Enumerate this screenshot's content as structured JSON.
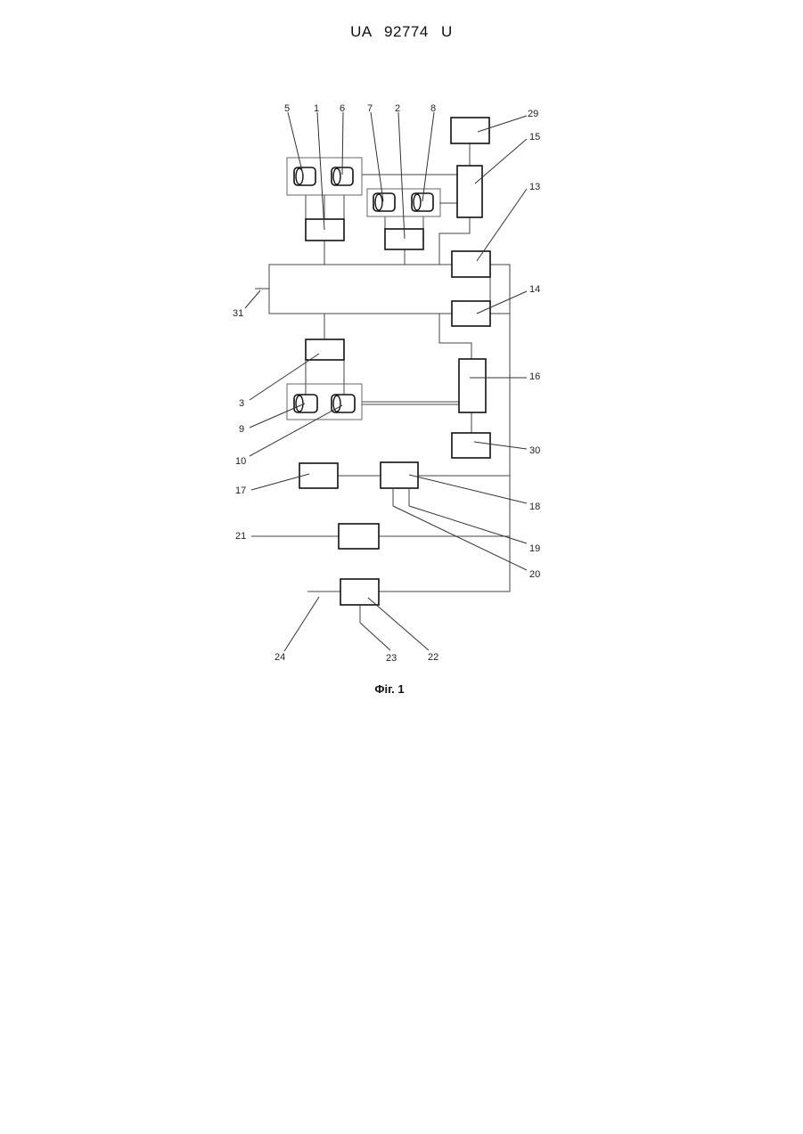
{
  "document": {
    "header": "UA 92774 U",
    "caption": "Фіг. 1"
  },
  "labels": {
    "n1": "1",
    "n2": "2",
    "n3": "3",
    "n5": "5",
    "n6": "6",
    "n7": "7",
    "n8": "8",
    "n9": "9",
    "n10": "10",
    "n13": "13",
    "n14": "14",
    "n15": "15",
    "n16": "16",
    "n17": "17",
    "n18": "18",
    "n19": "19",
    "n20": "20",
    "n21": "21",
    "n22": "22",
    "n23": "23",
    "n24": "24",
    "n29": "29",
    "n30": "30",
    "n31": "31"
  }
}
